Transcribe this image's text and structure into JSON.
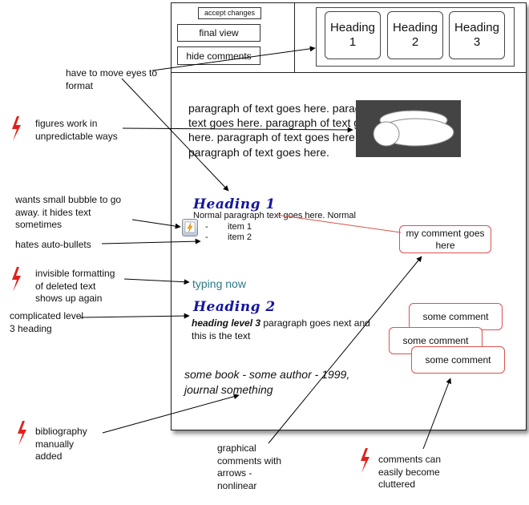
{
  "toolbar": {
    "accept_label": "accept changes",
    "final_label": "final view",
    "hide_label": "hide comments"
  },
  "headings_panel": [
    {
      "line1": "Heading",
      "line2": "1"
    },
    {
      "line1": "Heading",
      "line2": "2"
    },
    {
      "line1": "Heading",
      "line2": "3"
    }
  ],
  "document": {
    "paragraph": "paragraph of text goes here. paragraph of text goes here. paragraph of text goes here. paragraph of text goes here. paragraph of text goes here.",
    "heading1": "Heading 1",
    "normal_text": "Normal paragraph text goes here. Normal",
    "bullets": [
      {
        "mark": "-",
        "text": "item 1"
      },
      {
        "mark": "-",
        "text": "item 2"
      }
    ],
    "typing": "typing now",
    "heading2": "Heading 2",
    "heading3_bold": "heading level 3",
    "heading3_rest": " paragraph goes next and this is the text",
    "bibliography": "some book - some author - 1999, journal something"
  },
  "comments": {
    "c1": "my comment goes here",
    "c2": "some comment",
    "c3": "some comment",
    "c4": "some comment"
  },
  "annotations": {
    "eyes": "have to move eyes to format",
    "figures": "figures work in unpredictable ways",
    "bubble": "wants small bubble to go away. it hides text sometimes",
    "bullets": "hates auto-bullets",
    "invisible": "invisible formatting of deleted text shows up again",
    "level3": "complicated level 3 heading",
    "biblio": "bibliography manually added",
    "graphical": "graphical comments with arrows - nonlinear",
    "cluttered": "comments can easily become cluttered"
  },
  "colors": {
    "heading_blue": "#1515a0",
    "typing_teal": "#2c7a88",
    "comment_border": "#d9534f",
    "flag_red": "#e0211b"
  }
}
